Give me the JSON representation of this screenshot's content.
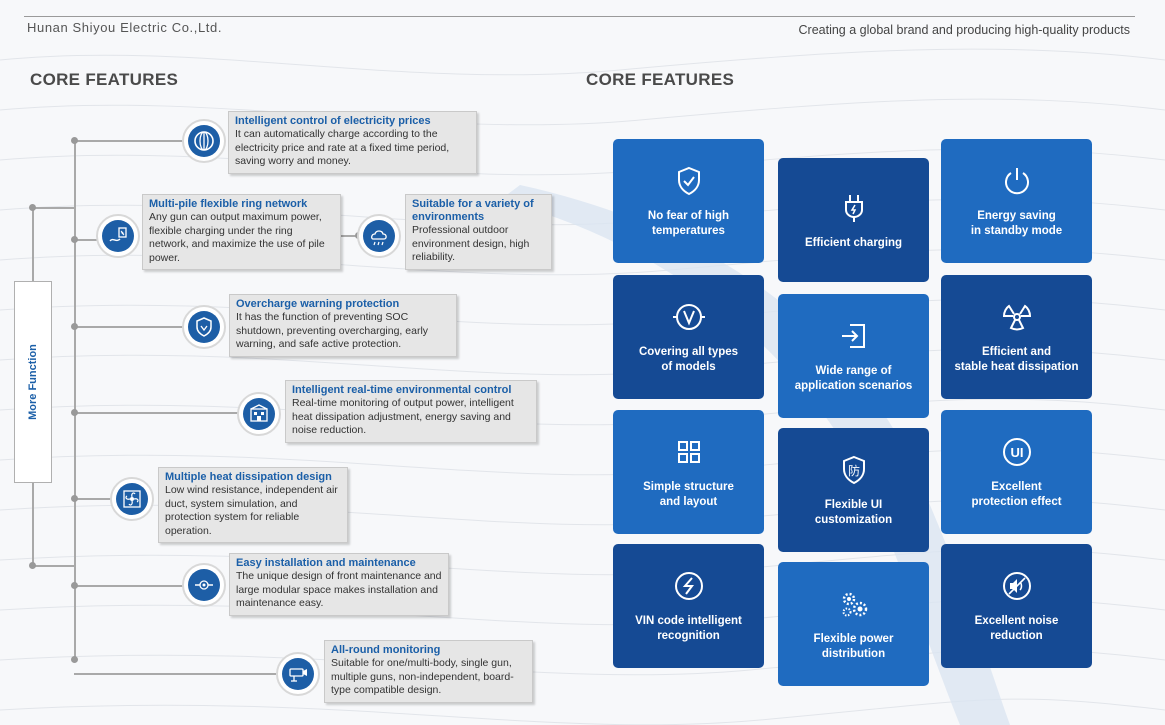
{
  "header": {
    "company": "Hunan Shiyou Electric Co.,Ltd.",
    "slogan": "Creating a global brand and producing high-quality products"
  },
  "left": {
    "title": "CORE FEATURES",
    "more_function": "More Function",
    "features": [
      {
        "icon": "globe-icon",
        "title": "Intelligent control of electricity prices",
        "desc": "It can automatically charge according to the electricity price and rate at a fixed time period, saving worry and money."
      },
      {
        "icon": "ring-network-icon",
        "title": "Multi-pile flexible ring network",
        "desc": "Any gun can output maximum power, flexible charging under the ring network, and maximize the use of pile power."
      },
      {
        "icon": "environment-icon",
        "title": "Suitable for a variety of environments",
        "desc": "Professional outdoor environment design, high reliability."
      },
      {
        "icon": "shield-icon",
        "title": "Overcharge warning protection",
        "desc": "It has the function of preventing SOC shutdown, preventing overcharging, early warning, and safe active protection."
      },
      {
        "icon": "building-icon",
        "title": "Intelligent real-time environmental control",
        "desc": "Real-time monitoring of output power, intelligent heat dissipation adjustment, energy saving and noise reduction."
      },
      {
        "icon": "fan-icon",
        "title": "Multiple heat dissipation design",
        "desc": "Low wind resistance, independent air duct, system simulation, and protection system for reliable operation."
      },
      {
        "icon": "wrench-icon",
        "title": "Easy installation and maintenance",
        "desc": "The unique design of front maintenance and large modular space makes installation and maintenance easy."
      },
      {
        "icon": "camera-icon",
        "title": "All-round monitoring",
        "desc": "Suitable for one/multi-body, single gun, multiple guns, non-independent, board-type compatible design."
      }
    ]
  },
  "right": {
    "title": "CORE FEATURES",
    "cards": [
      {
        "icon": "shield-check-icon",
        "label": "No fear of high\ntemperatures",
        "tone": "light"
      },
      {
        "icon": "plug-icon",
        "label": "Efficient charging",
        "tone": "dark"
      },
      {
        "icon": "power-icon",
        "label": "Energy saving\nin standby mode",
        "tone": "light"
      },
      {
        "icon": "v-circle-icon",
        "label": "Covering all types\nof models",
        "tone": "dark"
      },
      {
        "icon": "login-arrow-icon",
        "label": "Wide range of\napplication scenarios",
        "tone": "light"
      },
      {
        "icon": "radiation-icon",
        "label": "Efficient and\nstable heat dissipation",
        "tone": "dark"
      },
      {
        "icon": "grid-icon",
        "label": "Simple structure\nand layout",
        "tone": "light"
      },
      {
        "icon": "protect-shield-icon",
        "label": "Flexible UI\ncustomization",
        "tone": "dark"
      },
      {
        "icon": "ui-circle-icon",
        "label": "Excellent\nprotection effect",
        "tone": "light"
      },
      {
        "icon": "vin-scan-icon",
        "label": "VIN code intelligent\nrecognition",
        "tone": "dark"
      },
      {
        "icon": "gears-icon",
        "label": "Flexible power\ndistribution",
        "tone": "light"
      },
      {
        "icon": "speaker-mute-icon",
        "label": "Excellent noise\nreduction",
        "tone": "dark"
      }
    ]
  }
}
